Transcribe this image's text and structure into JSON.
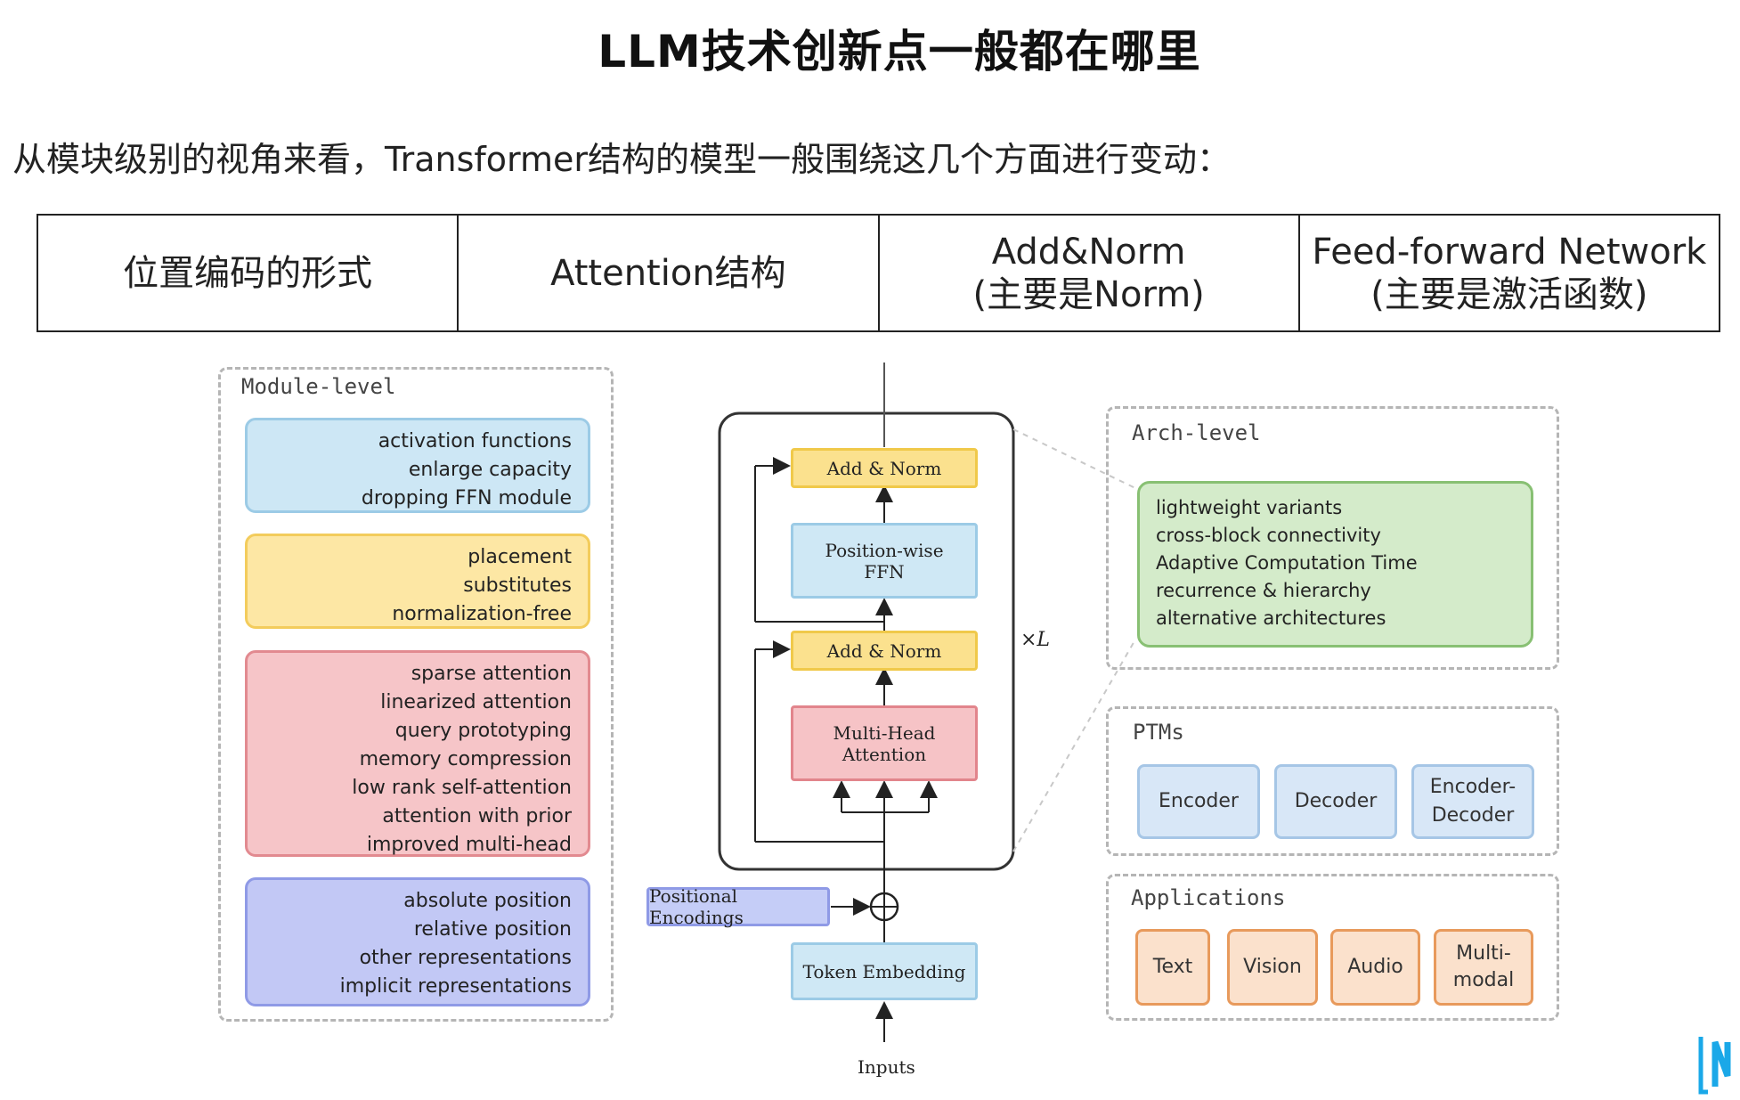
{
  "header": {
    "title": "LLM技术创新点一般都在哪里",
    "subtitle": "从模块级别的视角来看，Transformer结构的模型一般围绕这几个方面进行变动："
  },
  "aspects": [
    {
      "line1": "位置编码的形式",
      "line2": ""
    },
    {
      "line1": "Attention结构",
      "line2": ""
    },
    {
      "line1": "Add&Norm",
      "line2": "(主要是Norm)"
    },
    {
      "line1": "Feed-forward Network",
      "line2": "(主要是激活函数)"
    }
  ],
  "module_level": {
    "label": "Module-level",
    "groups": [
      {
        "items": [
          "activation functions",
          "enlarge capacity",
          "dropping FFN module"
        ]
      },
      {
        "items": [
          "placement",
          "substitutes",
          "normalization-free"
        ]
      },
      {
        "items": [
          "sparse attention",
          "linearized attention",
          "query prototyping",
          "memory compression",
          "low rank self-attention",
          "attention with prior",
          "improved multi-head"
        ]
      },
      {
        "items": [
          "absolute position",
          "relative position",
          "other representations",
          "implicit representations"
        ]
      }
    ]
  },
  "transformer": {
    "add_norm_top": "Add & Norm",
    "ffn_line1": "Position-wise",
    "ffn_line2": "FFN",
    "add_norm_bottom": "Add & Norm",
    "mha_line1": "Multi-Head",
    "mha_line2": "Attention",
    "repeat": "×L",
    "positional": "Positional Encodings",
    "token": "Token Embedding",
    "inputs": "Inputs"
  },
  "arch_level": {
    "label": "Arch-level",
    "items": [
      "lightweight variants",
      "cross-block connectivity",
      "Adaptive Computation Time",
      "recurrence & hierarchy",
      "alternative architectures"
    ]
  },
  "ptms": {
    "label": "PTMs",
    "items": [
      {
        "line1": "Encoder",
        "line2": ""
      },
      {
        "line1": "Decoder",
        "line2": ""
      },
      {
        "line1": "Encoder-",
        "line2": "Decoder"
      }
    ]
  },
  "applications": {
    "label": "Applications",
    "items": [
      {
        "line1": "Text",
        "line2": ""
      },
      {
        "line1": "Vision",
        "line2": ""
      },
      {
        "line1": "Audio",
        "line2": ""
      },
      {
        "line1": "Multi-",
        "line2": "modal"
      }
    ]
  },
  "colors": {
    "ffn_group": "#cde7f5",
    "norm_group": "#fde7a4",
    "attention_group": "#f6c5c8",
    "position_group": "#c2c8f5",
    "arch_group": "#d4ebca",
    "ptm_group": "#d8e7f7",
    "app_group": "#fbe1cc"
  }
}
